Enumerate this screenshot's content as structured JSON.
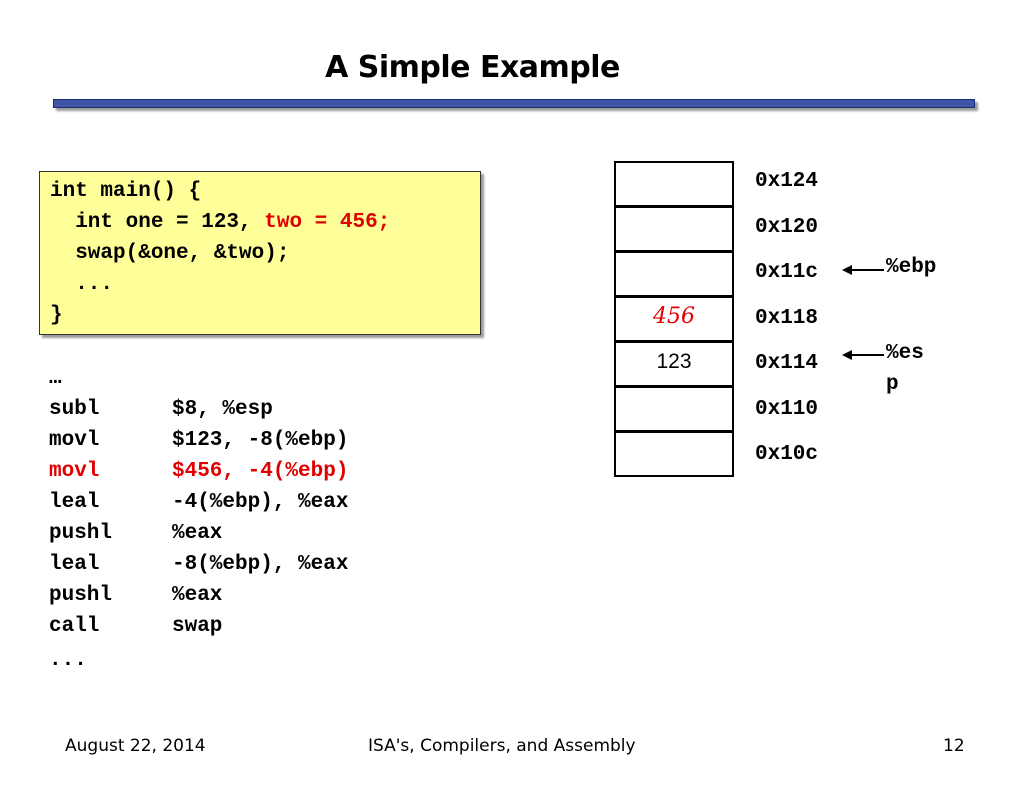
{
  "slide": {
    "title": "A Simple Example"
  },
  "c_code": {
    "line1": "int main() {",
    "line2_black": "  int one = 123, ",
    "line2_red": "two = 456;",
    "line3": "  swap(&one, &two);",
    "line4": "  ...",
    "line5": "}"
  },
  "asm": {
    "ellipsis_top": "…",
    "rows": [
      {
        "op": "subl",
        "args": "$8, %esp",
        "highlight": false
      },
      {
        "op": "movl",
        "args": "$123, -8(%ebp)",
        "highlight": false
      },
      {
        "op": "movl",
        "args": "$456, -4(%ebp)",
        "highlight": true
      },
      {
        "op": "leal",
        "args": "-4(%ebp), %eax",
        "highlight": false
      },
      {
        "op": "pushl",
        "args": "%eax",
        "highlight": false
      },
      {
        "op": "leal",
        "args": "-8(%ebp), %eax",
        "highlight": false
      },
      {
        "op": "pushl",
        "args": "%eax",
        "highlight": false
      },
      {
        "op": "call",
        "args": "swap",
        "highlight": false
      }
    ],
    "ellipsis_bottom": "..."
  },
  "stack": {
    "cells": [
      {
        "address": "0x124",
        "value": ""
      },
      {
        "address": "0x120",
        "value": ""
      },
      {
        "address": "0x11c",
        "value": ""
      },
      {
        "address": "0x118",
        "value": "456"
      },
      {
        "address": "0x114",
        "value": "123"
      },
      {
        "address": "0x110",
        "value": ""
      },
      {
        "address": "0x10c",
        "value": ""
      }
    ],
    "ebp_label": "%ebp",
    "esp_label_line1": "%es",
    "esp_label_line2": "p"
  },
  "footer": {
    "date": "August 22, 2014",
    "course": "ISA's, Compilers, and Assembly",
    "page": "12"
  },
  "colors": {
    "highlight_red": "#e00000",
    "code_box_bg": "#ffff99",
    "rule_blue": "#3f55a8"
  }
}
